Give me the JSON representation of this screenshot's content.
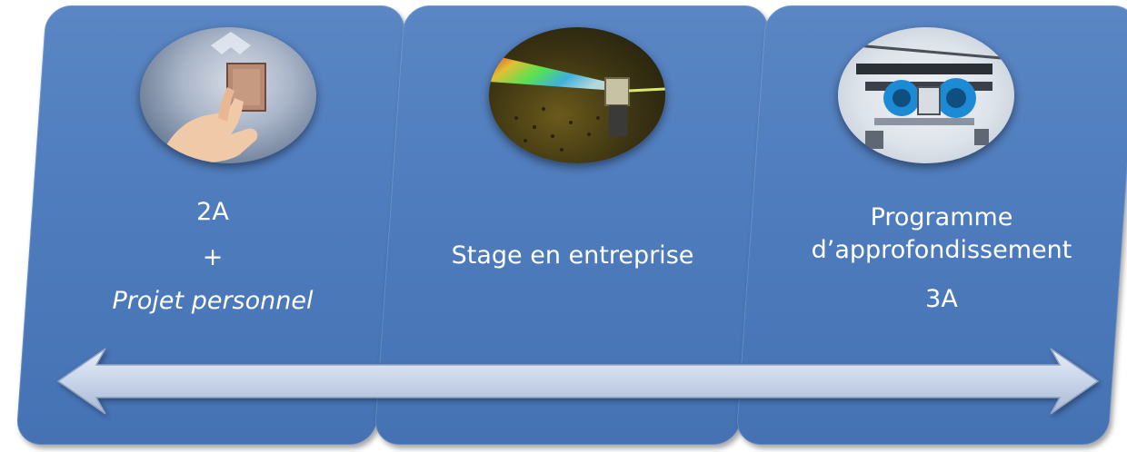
{
  "panels": [
    {
      "photo_icon": "chip-in-hand-photo",
      "lines": [
        "2A",
        "+",
        "Projet personnel"
      ]
    },
    {
      "photo_icon": "laser-prism-photo",
      "lines": [
        "Stage en entreprise"
      ]
    },
    {
      "photo_icon": "industrial-machine-photo",
      "lines": [
        "Programme",
        "d’approfondissement",
        "3A"
      ]
    }
  ],
  "colors": {
    "panel": "#4f7cbd",
    "arrow": "#c9d6ea",
    "text": "#ffffff"
  },
  "arrow": {
    "direction": "double-headed"
  }
}
